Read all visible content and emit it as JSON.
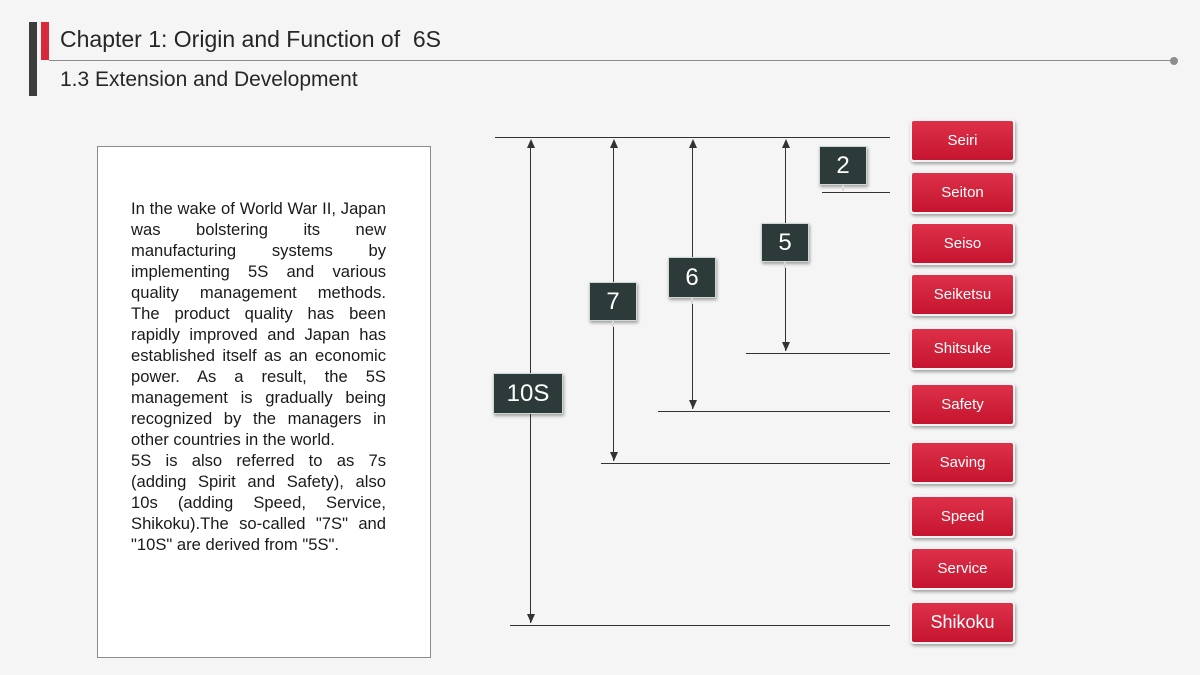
{
  "header": {
    "title": "Chapter 1: Origin and Function of  6S",
    "subtitle": "1.3 Extension and Development"
  },
  "textbox": {
    "paragraph1": "In the wake of World War II, Japan was bolstering its new manufacturing systems by implementing 5S and various quality management methods.  The product quality has been rapidly improved and Japan has established itself as an economic power.  As a result, the 5S management is gradually being recognized by the managers in other  countries in the world.",
    "paragraph2": "5S is also referred to as 7s (adding Spirit and Safety), also 10s (adding Speed, Service, Shikoku).The so-called \"7S\" and \"10S\" are derived from \"5S\"."
  },
  "diagram": {
    "labels": {
      "ten": "10S",
      "seven": "7",
      "six": "6",
      "five": "5",
      "two": "2"
    },
    "items": [
      "Seiri",
      "Seiton",
      "Seiso",
      "Seiketsu",
      "Shitsuke",
      "Safety",
      "Saving",
      "Speed",
      "Service",
      "Shikoku"
    ]
  }
}
